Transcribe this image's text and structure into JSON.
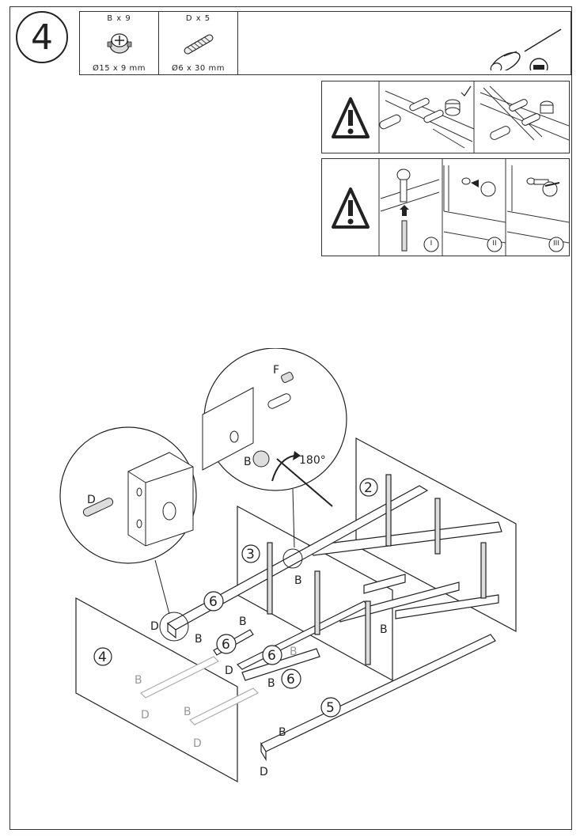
{
  "step": {
    "number": "4"
  },
  "parts": [
    {
      "qty": "B x 9",
      "size": "Ø15 x 9 mm",
      "icon": "cam-lock-icon"
    },
    {
      "qty": "D x 5",
      "size": "Ø6 x 30 mm",
      "icon": "wooden-dowel-icon"
    }
  ],
  "tool": {
    "icon": "flathead-screwdriver-icon"
  },
  "warnings": {
    "roman": [
      "I",
      "II",
      "III"
    ]
  },
  "diagram": {
    "labels": {
      "F": "F",
      "B": "B",
      "D": "D",
      "rotation": "180°"
    },
    "panels": [
      "2",
      "3",
      "4",
      "5",
      "6"
    ]
  }
}
